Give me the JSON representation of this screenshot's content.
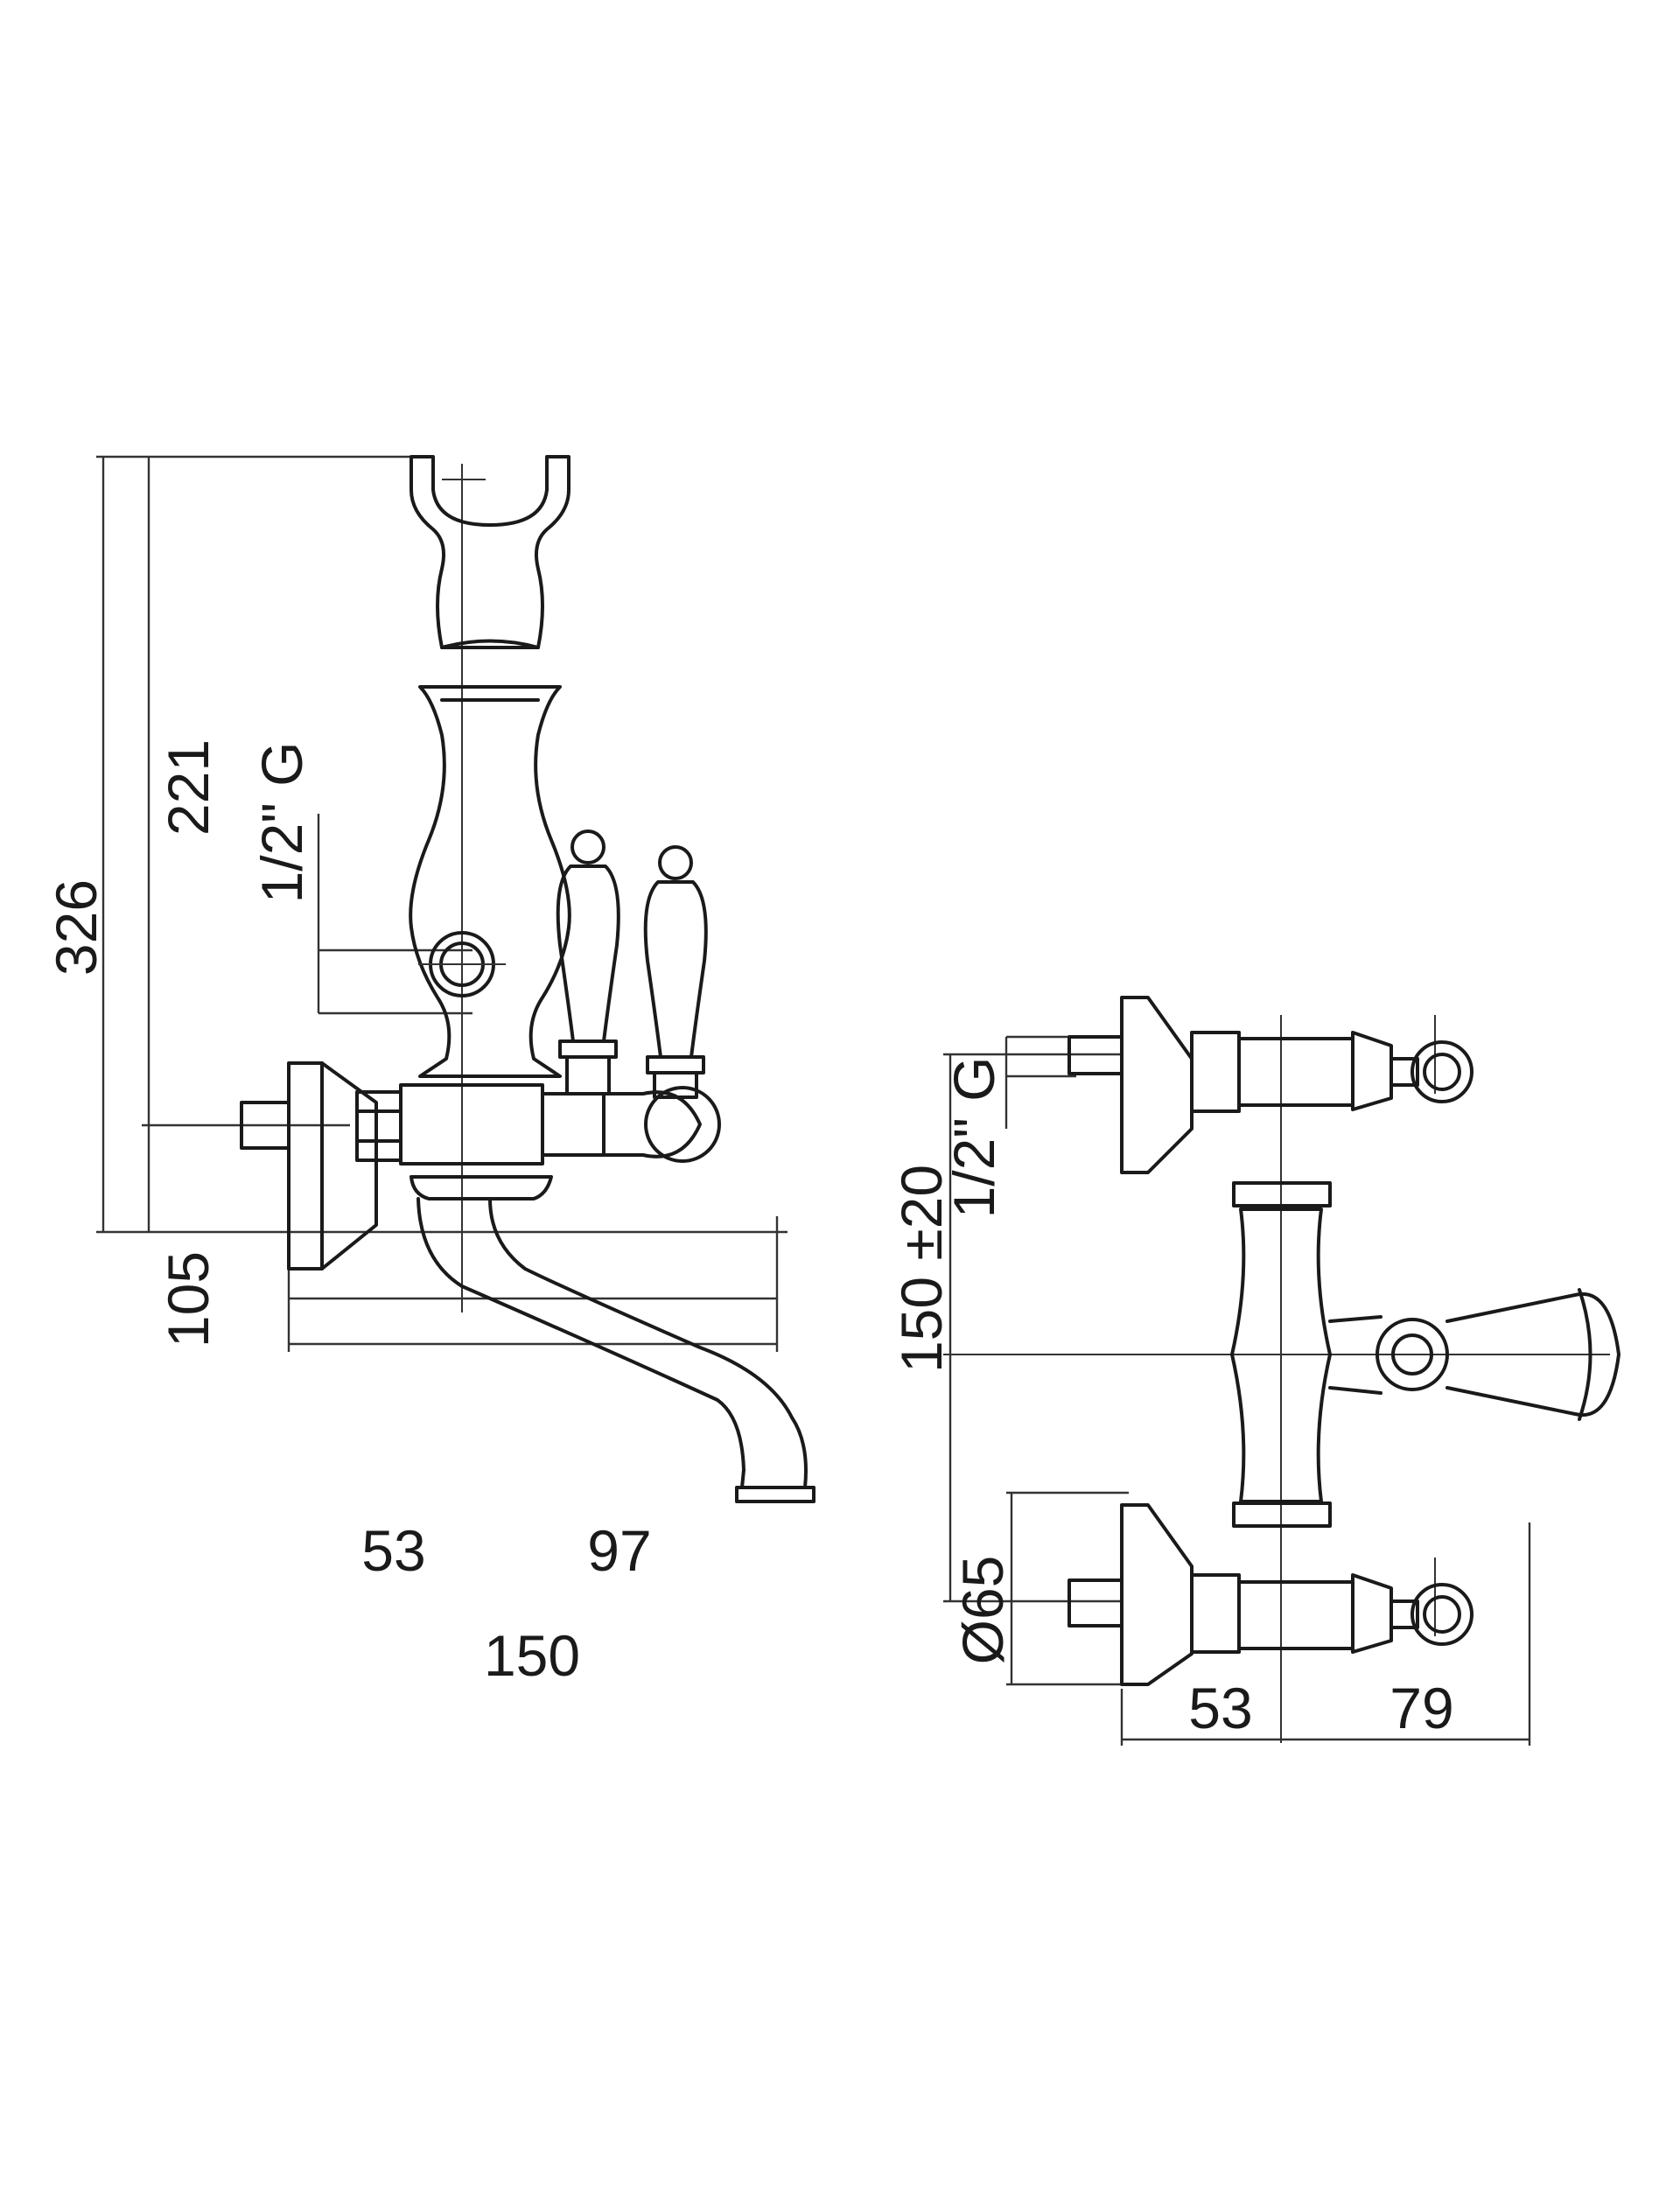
{
  "title": "Bath mixer dimension drawing",
  "side_view": {
    "dimensions": {
      "total_height": "326",
      "height_upper": "221",
      "height_lower": "105",
      "thread_label": "1/2\" G",
      "depth_left": "53",
      "depth_right": "97",
      "depth_total": "150"
    }
  },
  "top_view": {
    "dimensions": {
      "thread_label": "1/2\" G",
      "center_distance": "150 ±20",
      "flange_diameter": "Ø65",
      "depth_left": "53",
      "depth_right": "79"
    }
  },
  "colors": {
    "line": "#1a1a1a",
    "background": "#ffffff"
  }
}
